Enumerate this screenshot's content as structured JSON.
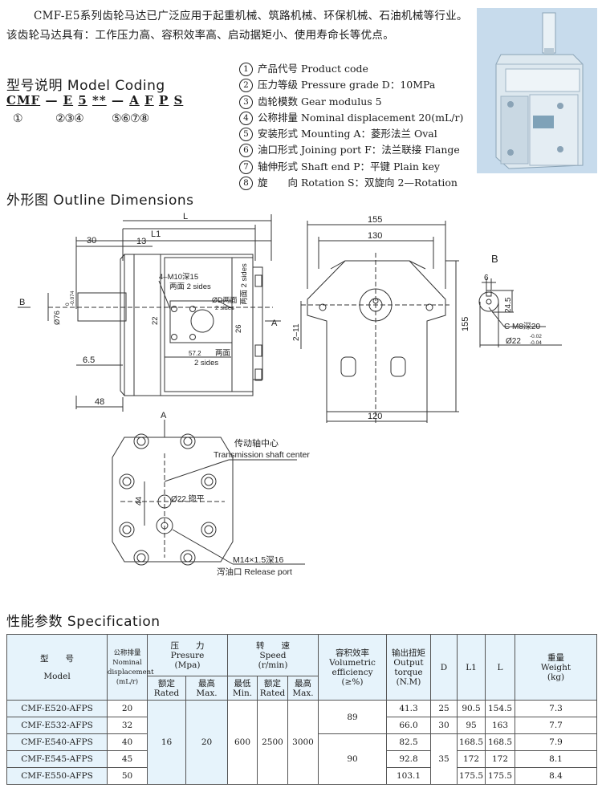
{
  "intro": "CMF-E5系列齿轮马达已广泛应用于起重机械、筑路机械、环保机械、石油机械等行业。该齿轮马达具有：工作压力高、容积效率高、启动据矩小、使用寿命长等优点。",
  "model_coding": {
    "heading": "型号说明 Model Coding",
    "code_parts": [
      "CMF",
      "—",
      "E",
      "5",
      "**",
      "—",
      "A",
      "F",
      "P",
      "S"
    ],
    "code_nums": [
      "①",
      "②③④",
      "⑤⑥⑦⑧"
    ],
    "items": [
      {
        "n": "1",
        "cn": "产品代号",
        "en": "Product code"
      },
      {
        "n": "2",
        "cn": "压力等级",
        "en": "Pressure grade D：10MPa"
      },
      {
        "n": "3",
        "cn": "齿轮模数",
        "en": "Gear modulus 5"
      },
      {
        "n": "4",
        "cn": "公称排量",
        "en": "Nominal displacement 20(mL/r)"
      },
      {
        "n": "5",
        "cn": "安装形式",
        "en": "Mounting A：菱形法兰 Oval"
      },
      {
        "n": "6",
        "cn": "油口形式",
        "en": "Joining port F：法兰联接 Flange"
      },
      {
        "n": "7",
        "cn": "轴伸形式",
        "en": "Shaft end P：平键 Plain key"
      },
      {
        "n": "8",
        "cn": "旋　　向",
        "en": "Rotation S：双旋向 2—Rotation"
      }
    ]
  },
  "outline": {
    "heading": "外形图 Outline Dimensions",
    "labels": {
      "L": "L",
      "L1": "L1",
      "d30": "30",
      "d13": "13",
      "B": "B",
      "shaft": "Ø76",
      "tol_up": "0",
      "tol_lo": "-0.074",
      "m10": "4–M10深15",
      "m10b": "两面 2 sides",
      "d22": "22",
      "od": "ØD两面",
      "od2": "2 sides",
      "d26": "26",
      "side2": "两面 2 sides",
      "d57": "57.2",
      "d57b": "两面",
      "d57c": "2 sides",
      "d65": "6.5",
      "d48": "48",
      "A": "A",
      "d155": "155",
      "d130": "130",
      "d155v": "155",
      "d120": "120",
      "d211": "2–11",
      "bB": "B",
      "b6": "6",
      "b245": "24.5",
      "bm8": "C M8深20",
      "b22": "Ø22",
      "b22u": "-0.02",
      "b22l": "-0.04",
      "vA": "A",
      "tsc_cn": "传动轴中心",
      "tsc_en": "Transmission shaft center",
      "d44": "44",
      "d22s": "Ø22 锪平",
      "m14": "M14×1.5深16",
      "rp": "泻油口 Release port"
    }
  },
  "spec": {
    "heading": "性能参数 Specification",
    "headers": {
      "model_cn": "型　　号",
      "model_en": "Model",
      "disp": "公称排量",
      "disp_en1": "Nominal",
      "disp_en2": "displacement",
      "disp_u": "(mL/r)",
      "press_cn": "压　　力",
      "press_en": "Presure",
      "press_u": "(Mpa)",
      "rated": "额定",
      "rated_en": "Rated",
      "max": "最高",
      "max_en": "Max.",
      "speed_cn": "转　　速",
      "speed_en": "Speed",
      "speed_u": "(r/min)",
      "min": "最低",
      "min_en": "Min.",
      "eff_cn": "容积效率",
      "eff_en1": "Volumetric",
      "eff_en2": "efficiency",
      "eff_u": "(≥%)",
      "torque_cn": "输出扭矩",
      "torque_en1": "Output",
      "torque_en2": "torque",
      "torque_u": "(N.M)",
      "D": "D",
      "L1": "L1",
      "L": "L",
      "weight_cn": "重量",
      "weight_en": "Weight",
      "weight_u": "(kg)"
    },
    "rows": [
      {
        "model": "CMF-E520-AFPS",
        "disp": "20",
        "torque": "41.3",
        "L1": "90.5",
        "L": "154.5",
        "weight": "7.3"
      },
      {
        "model": "CMF-E532-AFPS",
        "disp": "32",
        "torque": "66.0",
        "L1": "95",
        "L": "163",
        "weight": "7.7"
      },
      {
        "model": "CMF-E540-AFPS",
        "disp": "40",
        "torque": "82.5",
        "L1": "168.5",
        "L": "168.5",
        "weight": "7.9"
      },
      {
        "model": "CMF-E545-AFPS",
        "disp": "45",
        "torque": "92.8",
        "L1": "172",
        "L": "172",
        "weight": "8.1"
      },
      {
        "model": "CMF-E550-AFPS",
        "disp": "50",
        "torque": "103.1",
        "L1": "175.5",
        "L": "175.5",
        "weight": "8.4"
      }
    ],
    "shared": {
      "rated_p": "16",
      "max_p": "20",
      "min_s": "600",
      "rated_s": "2500",
      "max_s": "3000",
      "eff1": "89",
      "eff2": "90",
      "D1": "25",
      "D2": "30",
      "D3": "35"
    }
  }
}
